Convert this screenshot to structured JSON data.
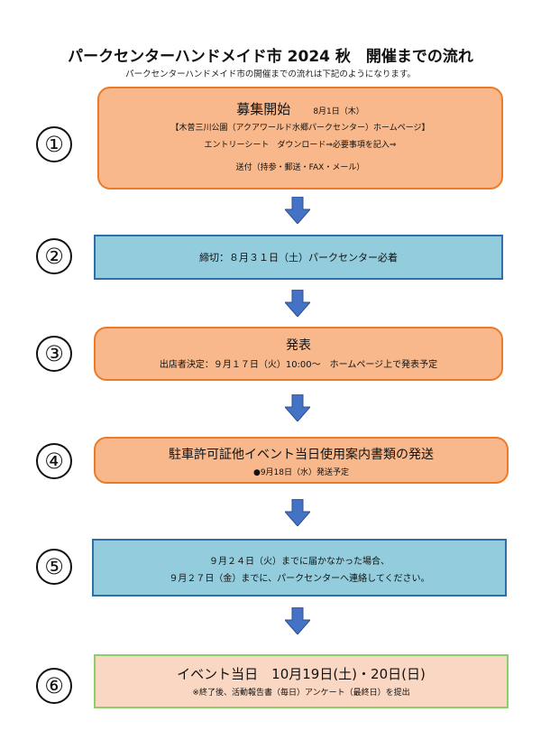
{
  "title": "パークセンターハンドメイド市 2024 秋　開催までの流れ",
  "subtitle": "パークセンターハンドメイド市の開催までの流れは下記のようになります。",
  "steps": [
    {
      "number": "①",
      "heading": "募集開始",
      "date": "8月1日（木）",
      "line1": "【木曽三川公園（アクアワールド水郷パークセンター）ホームページ】",
      "line2": "エントリーシート　ダウンロード⇒必要事項を記入⇒",
      "line3": "送付（持参・郵送・FAX・メール）"
    },
    {
      "number": "②",
      "text": "締切：８月３１日（土）パークセンター必着"
    },
    {
      "number": "③",
      "heading": "発表",
      "line1": "出店者決定：９月１７日（火）10:00～　ホームページ上で発表予定"
    },
    {
      "number": "④",
      "heading": "駐車許可証他イベント当日使用案内書類の発送",
      "line1": "●9月18日（水）発送予定"
    },
    {
      "number": "⑤",
      "line1": "９月２４日（火）までに届かなかった場合、",
      "line2": "９月２７日（金）までに、パークセンターへ連絡してください。"
    },
    {
      "number": "⑥",
      "heading": "イベント当日　10月19日(土)・20日(日)",
      "line1": "※終了後、活動報告書（毎日）アンケート（最終日）を提出"
    }
  ],
  "colors": {
    "orange_fill": "#f8b88b",
    "orange_border": "#ec7b29",
    "blue_fill": "#93cddd",
    "blue_border": "#2f6fa8",
    "peach_fill": "#fad7c2",
    "green_border": "#8bcf6a",
    "arrow": "#4472c4"
  }
}
